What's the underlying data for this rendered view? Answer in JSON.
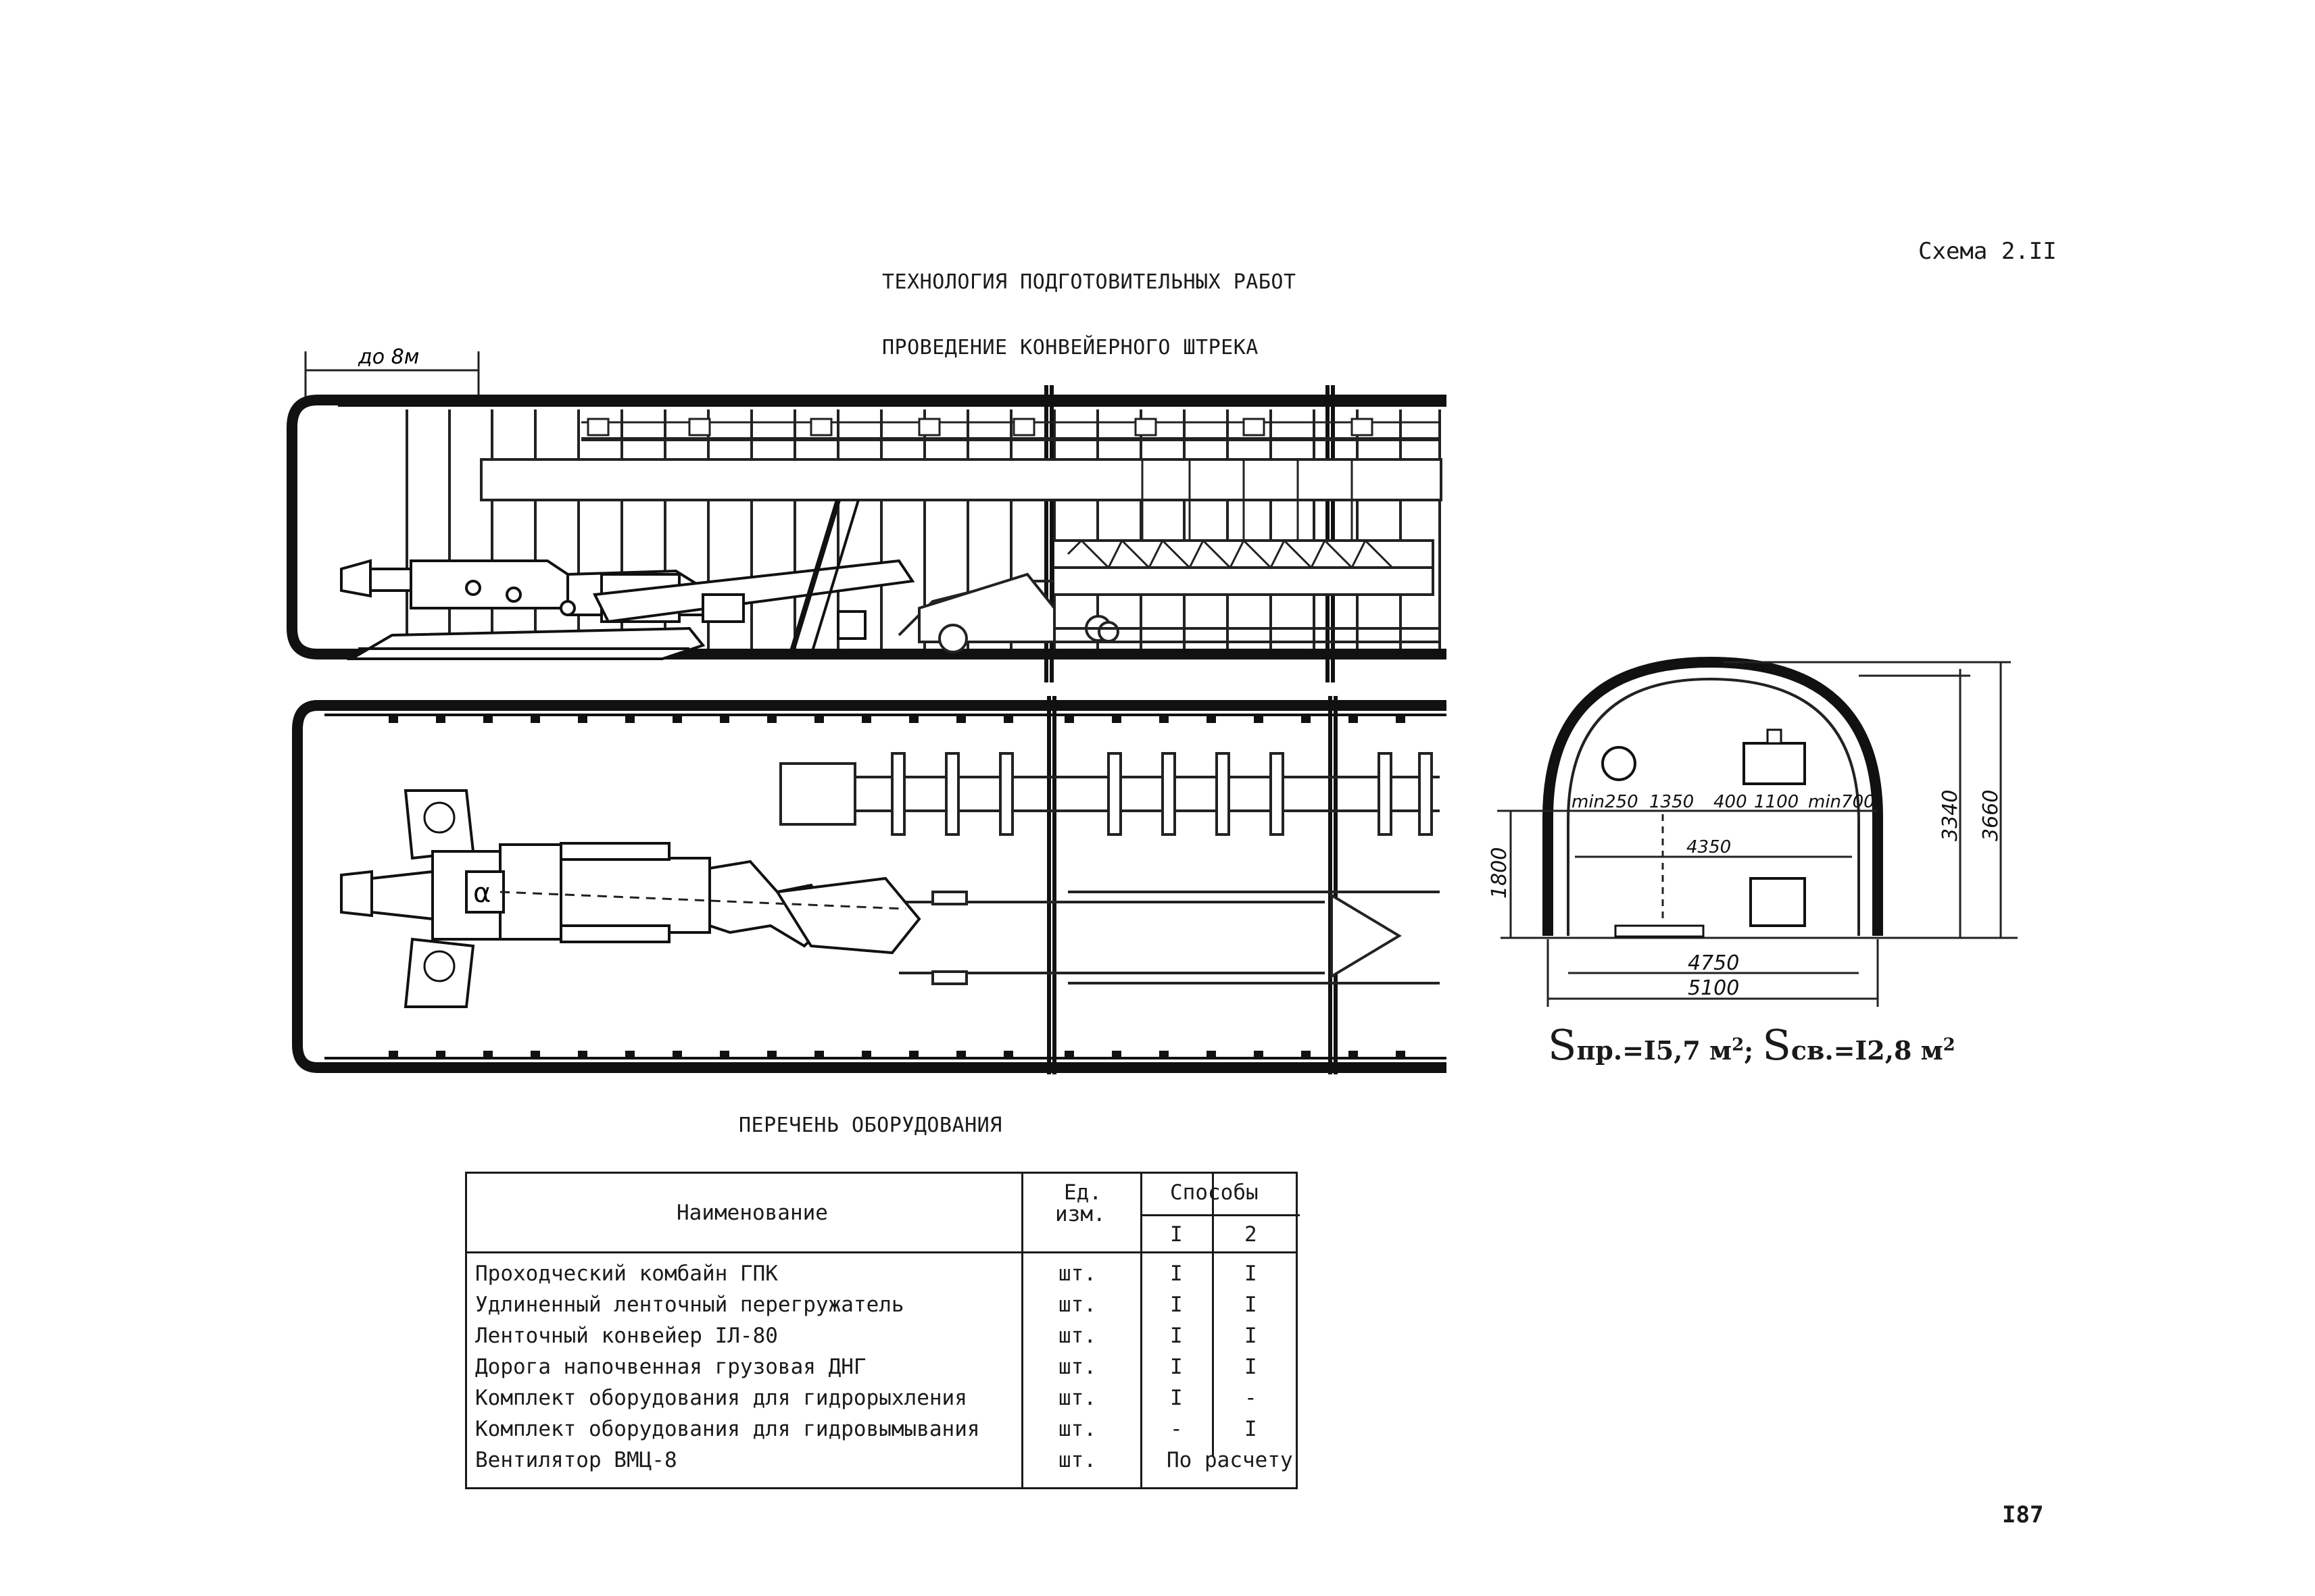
{
  "header": {
    "scheme_label": "Схема 2.II",
    "main_title": "ТЕХНОЛОГИЯ ПОДГОТОВИТЕЛЬНЫХ РАБОТ",
    "sub_title": "ПРОВЕДЕНИЕ КОНВЕЙЕРНОГО ШТРЕКА"
  },
  "plan_drawing": {
    "dimension_label": "до 8м",
    "cutter_label": "α"
  },
  "cross_section": {
    "dims": {
      "min250": "min250",
      "d1350": "1350",
      "d400": "400",
      "d1100": "1100",
      "min700": "min700",
      "d4350": "4350",
      "d4750": "4750",
      "d5100": "5100",
      "d1800": "1800",
      "d3340": "3340",
      "d3660": "3660"
    },
    "area": {
      "s1": "S",
      "s1_sub": "пр.=I5,7 м",
      "sep": ";",
      "s2": "S",
      "s2_sub": "св.=I2,8 м",
      "exp": "2"
    }
  },
  "equipment": {
    "title": "ПЕРЕЧЕНЬ ОБОРУДОВАНИЯ",
    "col_name": "Наименование",
    "col_unit_1": "Ед.",
    "col_unit_2": "изм.",
    "col_methods": "Способы",
    "col_m1": "I",
    "col_m2": "2",
    "rows": [
      {
        "name": "Проходческий комбайн ГПК",
        "unit": "шт.",
        "m1": "I",
        "m2": "I"
      },
      {
        "name": "Удлиненный ленточный перегружатель",
        "unit": "шт.",
        "m1": "I",
        "m2": "I"
      },
      {
        "name": "Ленточный конвейер IЛ-80",
        "unit": "шт.",
        "m1": "I",
        "m2": "I"
      },
      {
        "name": "Дорога напочвенная грузовая ДНГ",
        "unit": "шт.",
        "m1": "I",
        "m2": "I"
      },
      {
        "name": "Комплект оборудования для гидрорыхления",
        "unit": "шт.",
        "m1": "I",
        "m2": "-"
      },
      {
        "name": "Комплект оборудования для гидровымывания",
        "unit": "шт.",
        "m1": "-",
        "m2": "I"
      },
      {
        "name": "Вентилятор ВМЦ-8",
        "unit": "шт.",
        "m12": "По расчету"
      }
    ]
  },
  "page_number": "I87"
}
